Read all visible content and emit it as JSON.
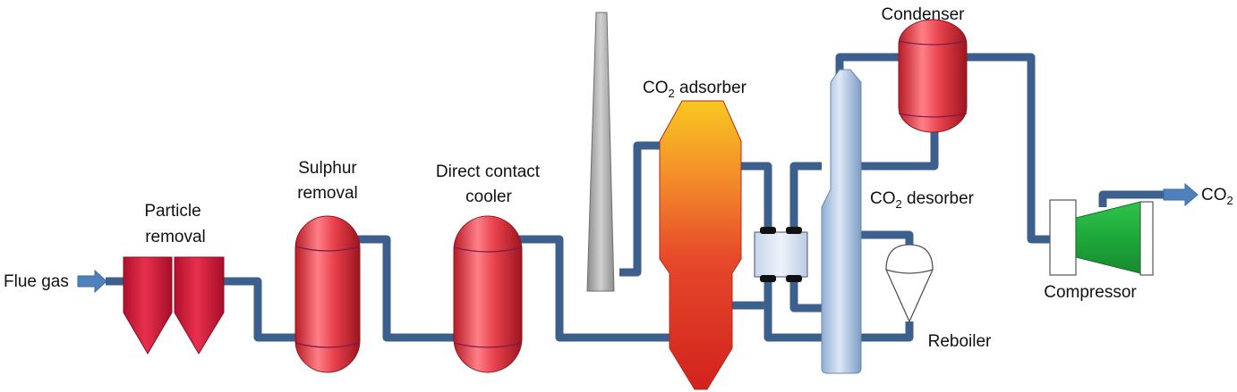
{
  "labels": {
    "flue_gas": "Flue gas",
    "particle_removal_1": "Particle",
    "particle_removal_2": "removal",
    "sulphur_removal_1": "Sulphur",
    "sulphur_removal_2": "removal",
    "direct_contact_cooler_1": "Direct contact",
    "direct_contact_cooler_2": "cooler",
    "co2_adsorber_pre": "CO",
    "co2_adsorber_sub": "2",
    "co2_adsorber_post": " adsorber",
    "co2_desorber_pre": "CO",
    "co2_desorber_sub": "2",
    "co2_desorber_post": " desorber",
    "condenser": "Condenser",
    "reboiler": "Reboiler",
    "compressor": "Compressor",
    "co2_out_pre": "CO",
    "co2_out_sub": "2"
  },
  "colors": {
    "pipe": "#3d5f8e",
    "vessel_red": "#e8414c",
    "particle_filter": "#d81e3c",
    "adsorber_top": "#f6c31e",
    "adsorber_bottom": "#d9261f",
    "desorber": "#a8c2e0",
    "compressor": "#1fa83a",
    "arrow": "#4f81bd"
  }
}
